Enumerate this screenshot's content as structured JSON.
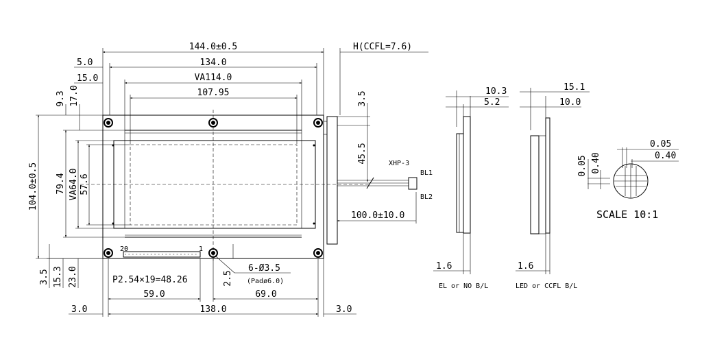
{
  "front_view": {
    "overall_width": "144.0±0.5",
    "hole_pitch_width": "134.0",
    "va_width": "VA114.0",
    "aa_width": "107.95",
    "edge_to_hole_x": "5.0",
    "edge_to_frame_x": "15.0",
    "edge_to_hole_y": "9.3",
    "edge_to_frame_y": "17.0",
    "overall_height": "104.0±0.5",
    "frame_height": "79.4",
    "va_height": "VA64.0",
    "aa_height": "57.6",
    "backlight_gap": "3.5",
    "cable_offset": "45.5",
    "connector": "XHP-3",
    "bl1": "BL1",
    "bl2": "BL2",
    "cable_length": "100.0±10.0",
    "thickness": "H(CCFL=7.6)",
    "pin_20": "20",
    "pin_1": "1",
    "pin_pitch": "P2.54×19=48.26",
    "holes": "6-Ø3.5",
    "pad": "(Padø6.0)",
    "pin_offset_y": "2.5",
    "bottom_hole": "3.5",
    "bottom_pin1": "15.3",
    "bottom_pin2": "23.0",
    "pin_to_left": "59.0",
    "hole_to_right": "69.0",
    "hole_pitch_bottom": "138.0",
    "left_margin": "3.0",
    "right_margin": "3.0"
  },
  "side_view_el": {
    "total": "10.3",
    "glass": "5.2",
    "pcb": "1.6",
    "caption": "EL or NO B/L"
  },
  "side_view_led": {
    "total": "15.1",
    "glass": "10.0",
    "pcb": "1.6",
    "caption": "LED or CCFL B/L"
  },
  "detail": {
    "pitch_x": "0.05",
    "dot_x": "0.40",
    "pitch_y": "0.05",
    "dot_y": "0.40",
    "scale": "SCALE 10:1"
  }
}
